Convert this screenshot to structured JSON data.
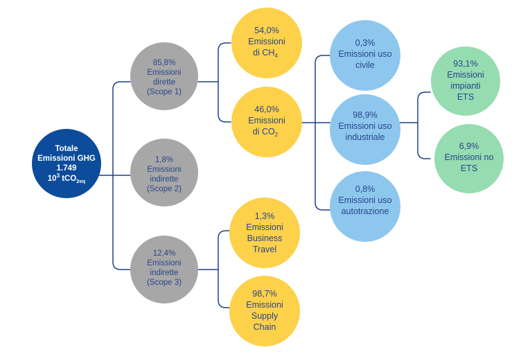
{
  "colors": {
    "connector": "#1f3f86",
    "root_fill": "#0c4c9a",
    "root_text": "#ffffff",
    "scope_fill": "#a7a7a7",
    "gas_fill": "#fdd14a",
    "use_fill": "#8ec7ee",
    "ets_fill": "#96dcb1",
    "node_text": "#27458a"
  },
  "nodes": {
    "root": {
      "line1": "Totale",
      "line2": "Emissioni GHG",
      "line3": "1.749",
      "unit_main": "10",
      "unit_sup": "3",
      "unit_rest": " tCO",
      "unit_sub": "2eq"
    },
    "scope1": {
      "percent": "85,8%",
      "label1": "Emissioni",
      "label2": "dirette",
      "label3": "(Scope 1)"
    },
    "scope2": {
      "percent": "1,8%",
      "label1": "Emissioni",
      "label2": "indirette",
      "label3": "(Scope 2)"
    },
    "scope3": {
      "percent": "12,4%",
      "label1": "Emissioni",
      "label2": "indirette",
      "label3": "(Scope 3)"
    },
    "ch4": {
      "percent": "54,0%",
      "label1": "Emissioni",
      "label2_main": "di CH",
      "label2_sub": "4"
    },
    "co2": {
      "percent": "46,0%",
      "label1": "Emissioni",
      "label2_main": "di CO",
      "label2_sub": "2"
    },
    "business_travel": {
      "percent": "1,3%",
      "label1": "Emissioni",
      "label2": "Business",
      "label3": "Travel"
    },
    "supply_chain": {
      "percent": "98,7%",
      "label1": "Emissioni",
      "label2": "Supply",
      "label3": "Chain"
    },
    "civil": {
      "percent": "0,3%",
      "label1": "Emissioni uso",
      "label2": "civile"
    },
    "industrial": {
      "percent": "98,9%",
      "label1": "Emissioni uso",
      "label2": "industriale"
    },
    "automotive": {
      "percent": "0,8%",
      "label1": "Emissioni uso",
      "label2": "autotrazione"
    },
    "ets_plants": {
      "percent": "93,1%",
      "label1": "Emissioni",
      "label2": "impianti",
      "label3": "ETS"
    },
    "no_ets": {
      "percent": "6,9%",
      "label1": "Emissioni no",
      "label2": "ETS"
    }
  }
}
